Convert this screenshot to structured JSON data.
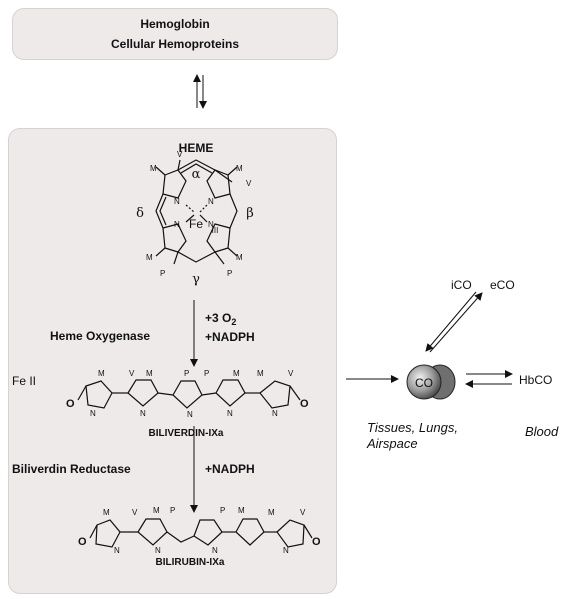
{
  "top_box": {
    "line1": "Hemoglobin",
    "line2": "Cellular Hemoproteins"
  },
  "heme": {
    "title": "HEME",
    "alpha": "α",
    "beta": "β",
    "gamma": "γ",
    "delta": "δ",
    "fe": "Fe",
    "fe_ox": "III",
    "sub_m": "M",
    "sub_v": "V",
    "sub_p": "P"
  },
  "step1": {
    "enzyme": "Heme Oxygenase",
    "reagent1": "+3 O",
    "reagent1_sub": "2",
    "reagent2": "+NADPH",
    "fe_label": "Fe II"
  },
  "biliverdin": {
    "name": "BILIVERDIN-IXa"
  },
  "step2": {
    "enzyme": "Biliverdin Reductase",
    "reagent": "+NADPH"
  },
  "bilirubin": {
    "name": "BILIRUBIN-IXa"
  },
  "co_system": {
    "ico": "iCO",
    "eco": "eCO",
    "co": "CO",
    "hbco": "HbCO",
    "tissues_line1": "Tissues, Lungs,",
    "tissues_line2": "Airspace",
    "blood": "Blood"
  },
  "colors": {
    "box_fill": "#eeeaea",
    "box_border": "#d6d2d2",
    "line": "#111111"
  }
}
